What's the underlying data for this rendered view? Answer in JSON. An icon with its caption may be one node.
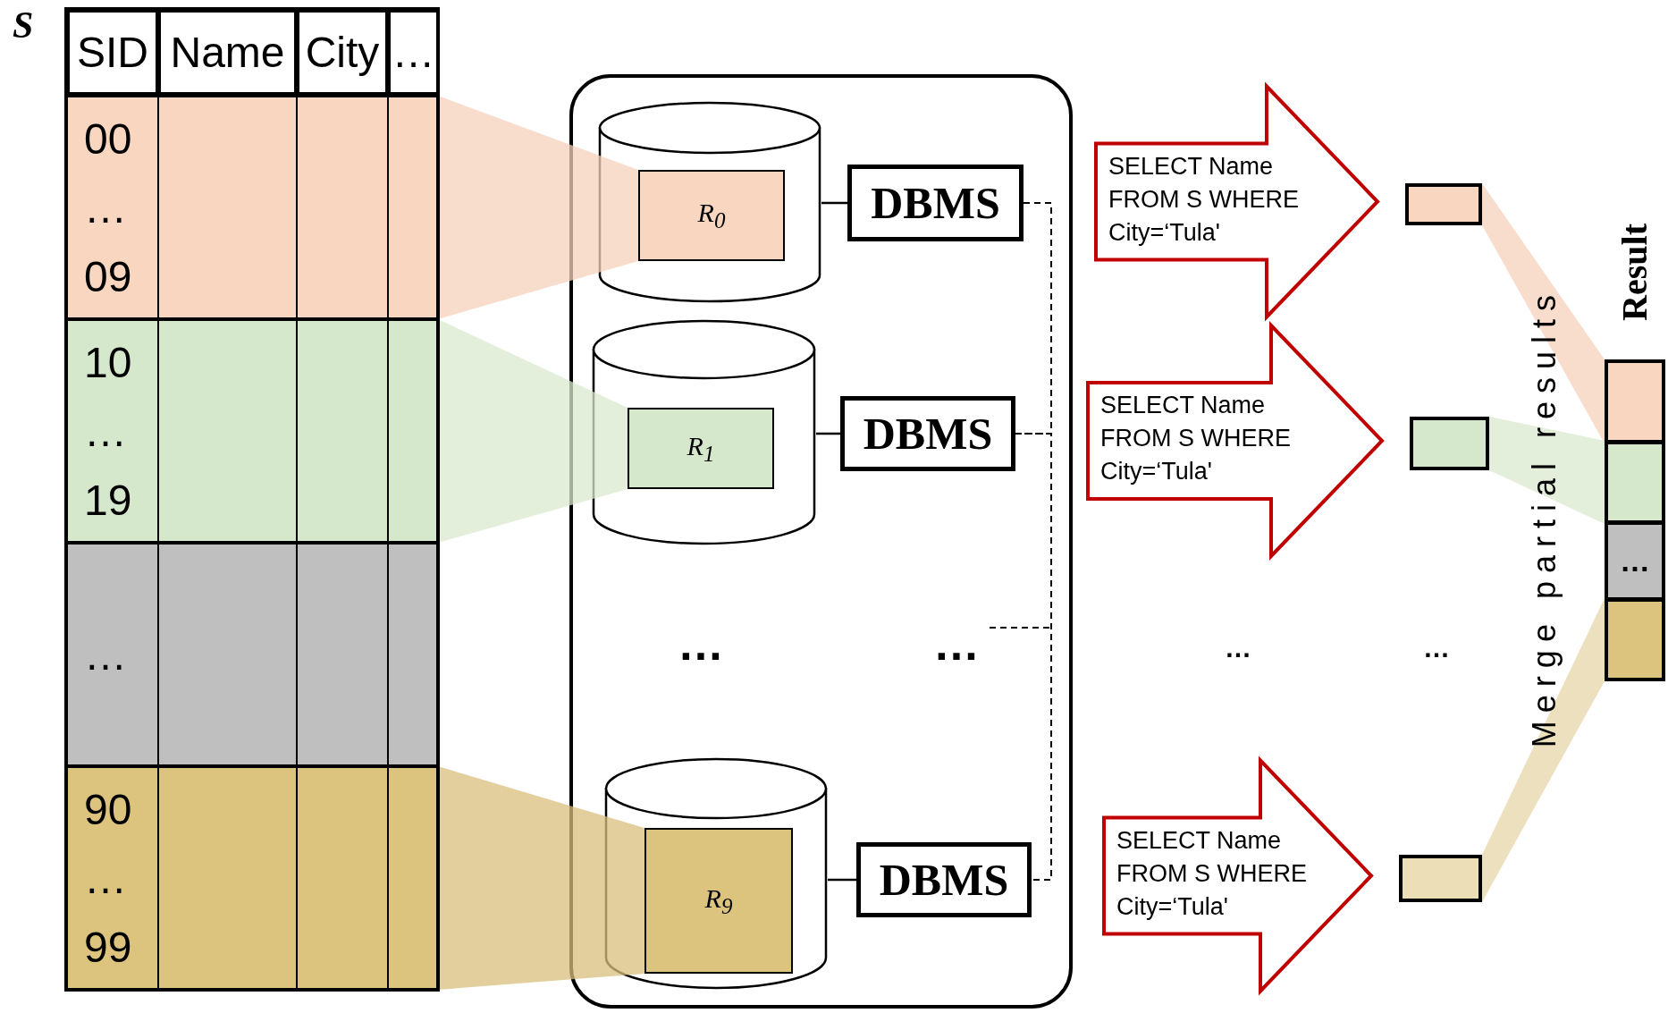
{
  "diagram": {
    "nodes": [
      {
        "text": [
          "00 … 09"
        ]
      },
      {
        "text": [
          "10 … 19"
        ]
      },
      {
        "text": [
          "…"
        ]
      },
      {
        "text": [
          "90 … 99"
        ]
      },
      {
        "text": [],
        "shape": "box"
      },
      {
        "text": [],
        "shape": "cylinder",
        "in": 4
      },
      {
        "text": [
          "R$_{0}$"
        ],
        "in": 5
      },
      {
        "text": [
          "DBMS"
        ],
        "in": 4
      },
      {
        "text": [],
        "shape": "cylinder",
        "in": 4
      },
      {
        "text": [
          "R$_{1}$"
        ],
        "in": 8
      },
      {
        "text": [
          "DBMS"
        ],
        "in": 4
      },
      {
        "text": [],
        "shape": "cylinder",
        "in": 4
      },
      {
        "text": [
          "R$_{9}$"
        ],
        "in": 11
      },
      {
        "text": [
          "DBMS"
        ],
        "in": 4
      },
      {
        "text": [],
        "shape": "box"
      },
      {
        "text": [],
        "shape": "box"
      },
      {
        "text": [],
        "shape": "box"
      },
      {
        "text": [
          "Result"
        ]
      },
      {
        "text": [],
        "shape": "box",
        "in": 17
      },
      {
        "text": [],
        "shape": "box",
        "in": 17
      },
      {
        "text": [
          "…"
        ],
        "in": 17
      },
      {
        "text": [],
        "shape": "box",
        "in": 17
      }
    ],
    "edges": [
      {
        "from": 0,
        "to": 6,
        "arrow": "none",
        "color": "#f6d2bc"
      },
      {
        "from": 1,
        "to": 9,
        "arrow": "none",
        "color": "#d9e9cf"
      },
      {
        "from": 3,
        "to": 12,
        "arrow": "none",
        "color": "#d8bf7c"
      },
      {
        "from": 5,
        "to": 7,
        "arrow": "none"
      },
      {
        "from": 8,
        "to": 10,
        "arrow": "none"
      },
      {
        "from": 11,
        "to": 13,
        "arrow": "none"
      },
      {
        "from": 7,
        "to": 10,
        "arrow": "none",
        "style": "dashed"
      },
      {
        "from": 10,
        "to": 13,
        "arrow": "none",
        "style": "dashed"
      },
      {
        "from": 7,
        "to": 14,
        "arrow": "to",
        "label": "SELECT Name FROM S WHERE City=‘Tula'",
        "style": "thick",
        "color": "#c00000"
      },
      {
        "from": 10,
        "to": 15,
        "arrow": "to",
        "label": "SELECT Name FROM S WHERE City=‘Tula'",
        "style": "thick",
        "color": "#c00000"
      },
      {
        "from": 13,
        "to": 16,
        "arrow": "to",
        "label": "SELECT Name FROM S WHERE City=‘Tula'",
        "style": "thick",
        "color": "#c00000"
      },
      {
        "from": 14,
        "to": 18,
        "arrow": "none",
        "color": "#f6d2bc"
      },
      {
        "from": 15,
        "to": 19,
        "arrow": "none",
        "color": "#d9e9cf"
      },
      {
        "from": 16,
        "to": 21,
        "arrow": "none",
        "color": "#e6d6a8"
      }
    ],
    "labels": [
      "S",
      "SID",
      "Name",
      "City",
      "…",
      "…",
      "…",
      "…",
      "…",
      "Merge partial results"
    ]
  }
}
